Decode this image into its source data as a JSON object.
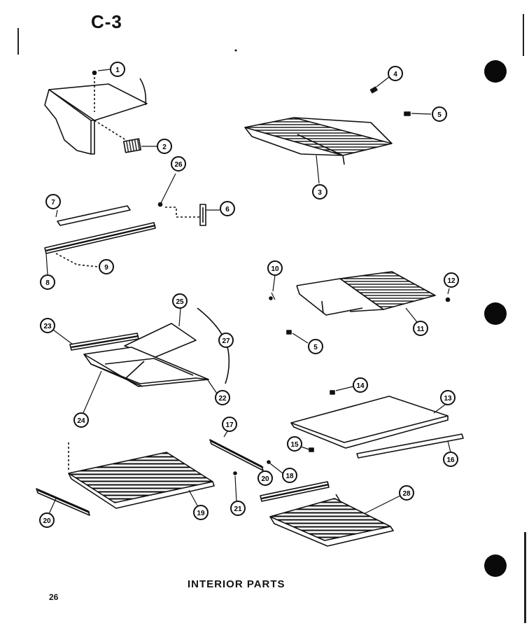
{
  "section_code": "C-3",
  "caption": "INTERIOR PARTS",
  "page_number": "26",
  "callouts": {
    "c1": "1",
    "c2": "2",
    "c3": "3",
    "c4": "4",
    "c5a": "5",
    "c5b": "5",
    "c6": "6",
    "c7": "7",
    "c8": "8",
    "c9": "9",
    "c10": "10",
    "c11": "11",
    "c12": "12",
    "c13": "13",
    "c14": "14",
    "c15": "15",
    "c16": "16",
    "c17": "17",
    "c18": "18",
    "c19": "19",
    "c20a": "20",
    "c20b": "20",
    "c21": "21",
    "c22": "22",
    "c23": "23",
    "c24": "24",
    "c25": "25",
    "c26": "26",
    "c27": "27",
    "c28": "28"
  },
  "colors": {
    "ink": "#111111",
    "paper": "#ffffff"
  }
}
